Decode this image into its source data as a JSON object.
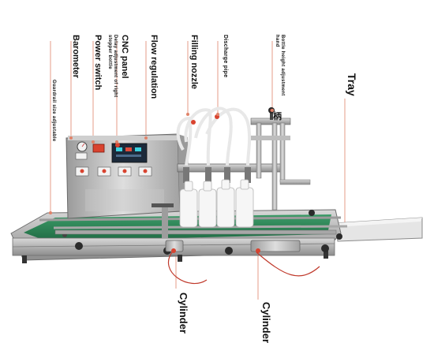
{
  "labels": {
    "guardrail": "Guardrail size adjustable",
    "barometer": "Barometer",
    "power_switch": "Power switch",
    "delay_line1": "Delay adjustment of right",
    "delay_line2": "stepper bottle",
    "cnc_panel": "CNC panel",
    "flow_regulation": "Flow regulation",
    "filling_nozzle": "Filling nozzle",
    "discharge_pipe": "Discharge pipe",
    "bottle_height_line1": "Bottle height adjustment",
    "bottle_height_line2": "hand",
    "tray": "Tray",
    "cylinder_left": "Cylinder",
    "cylinder_right": "Cylinder",
    "handle_mark": "柄"
  },
  "colors": {
    "leader": "#e0836a",
    "steel": "#b9b9b9",
    "belt": "#2f8a5a",
    "panel_screen": "#1c2a3a",
    "tube": "#c0392b"
  }
}
